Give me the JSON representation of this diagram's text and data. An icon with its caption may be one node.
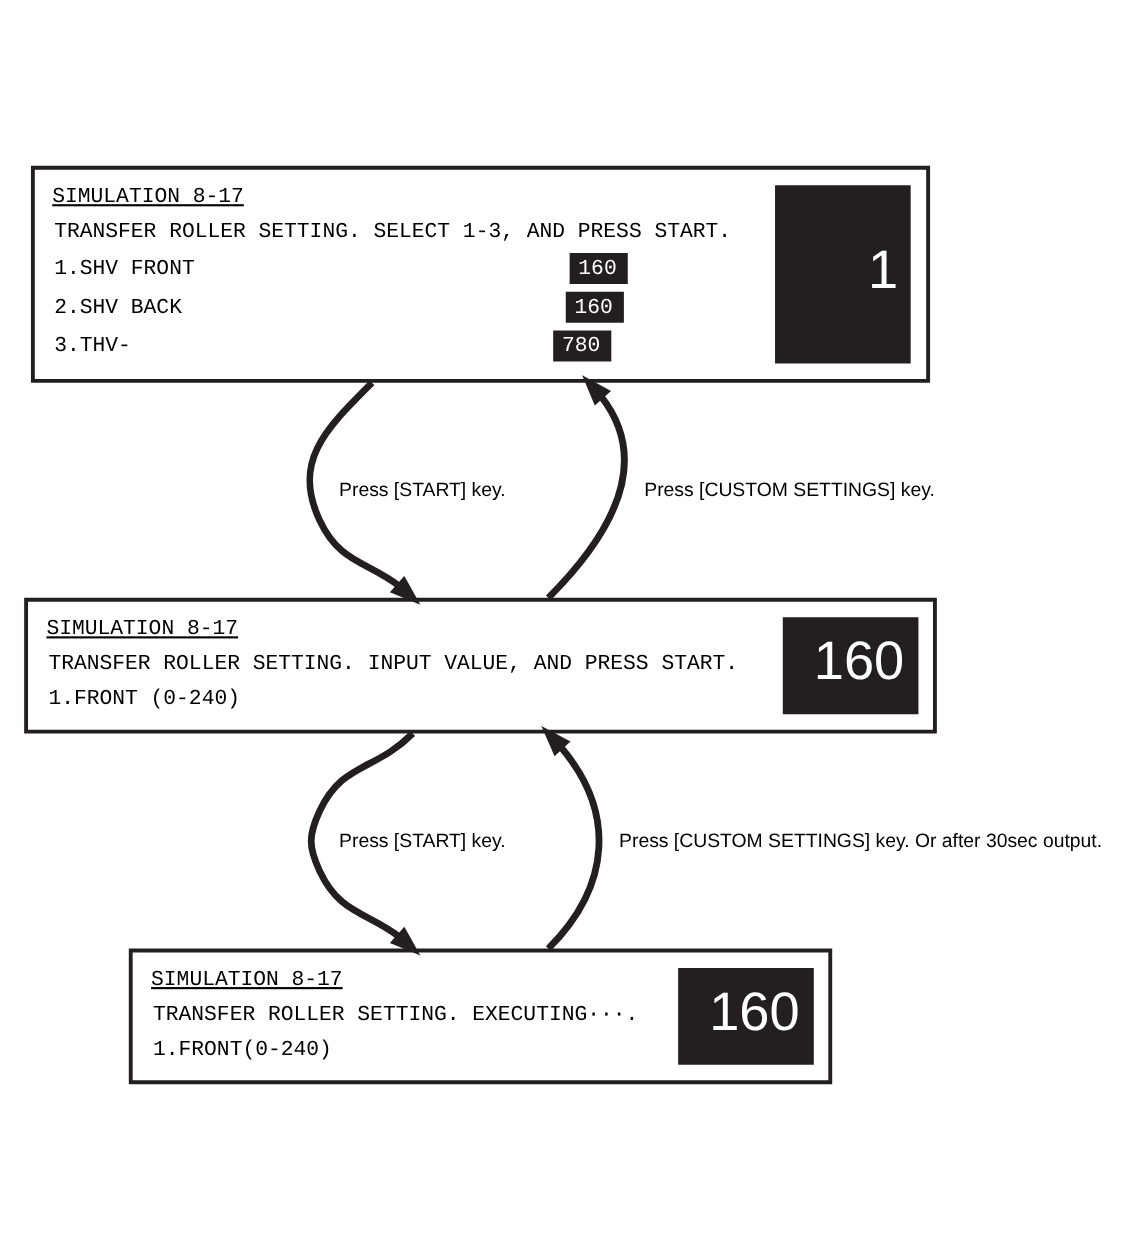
{
  "diagram": {
    "nodes": [
      {
        "text": [
          "SIMULATION 8-17",
          "TRANSFER ROLLER SETTING. SELECT 1-3, AND PRESS START.",
          "1.SHV FRONT",
          "160",
          "2.SHV BACK",
          "160",
          "3.THV-",
          "780",
          "1"
        ]
      },
      {
        "text": [
          "SIMULATION 8-17",
          "TRANSFER ROLLER SETTING. INPUT VALUE, AND PRESS START.",
          "1.FRONT (0-240)",
          "160"
        ]
      },
      {
        "text": [
          "SIMULATION 8-17",
          "TRANSFER ROLLER SETTING. EXECUTING···.",
          "1.FRONT(0-240)",
          "160"
        ]
      }
    ],
    "edges": [
      {
        "from": 0,
        "to": 1,
        "arrow": "to",
        "label": "Press [START] key."
      },
      {
        "from": 1,
        "to": 0,
        "arrow": "to",
        "label": "Press [CUSTOM SETTINGS] key."
      },
      {
        "from": 1,
        "to": 2,
        "arrow": "to",
        "label": "Press [START] key."
      },
      {
        "from": 2,
        "to": 1,
        "arrow": "to",
        "label": "Press [CUSTOM SETTINGS] key. Or after 30sec output."
      }
    ]
  }
}
